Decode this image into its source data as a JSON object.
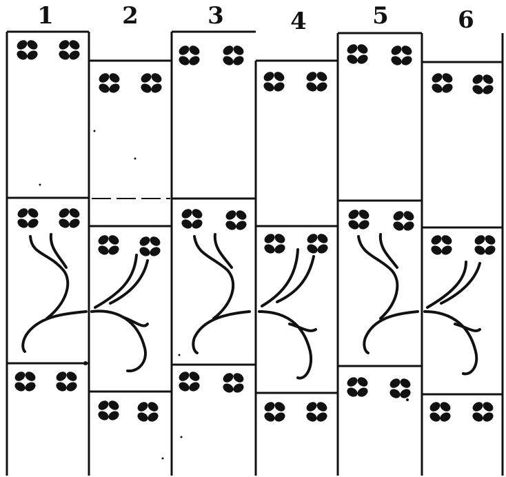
{
  "figure": {
    "column_numbers": [
      "1",
      "2",
      "3",
      "4",
      "5",
      "6"
    ],
    "motifs": {
      "flower": "four-petal-flower-icon",
      "stem": "curved-stem-scroll"
    },
    "colors": {
      "ink": "#111111",
      "paper": "#ffffff"
    }
  }
}
